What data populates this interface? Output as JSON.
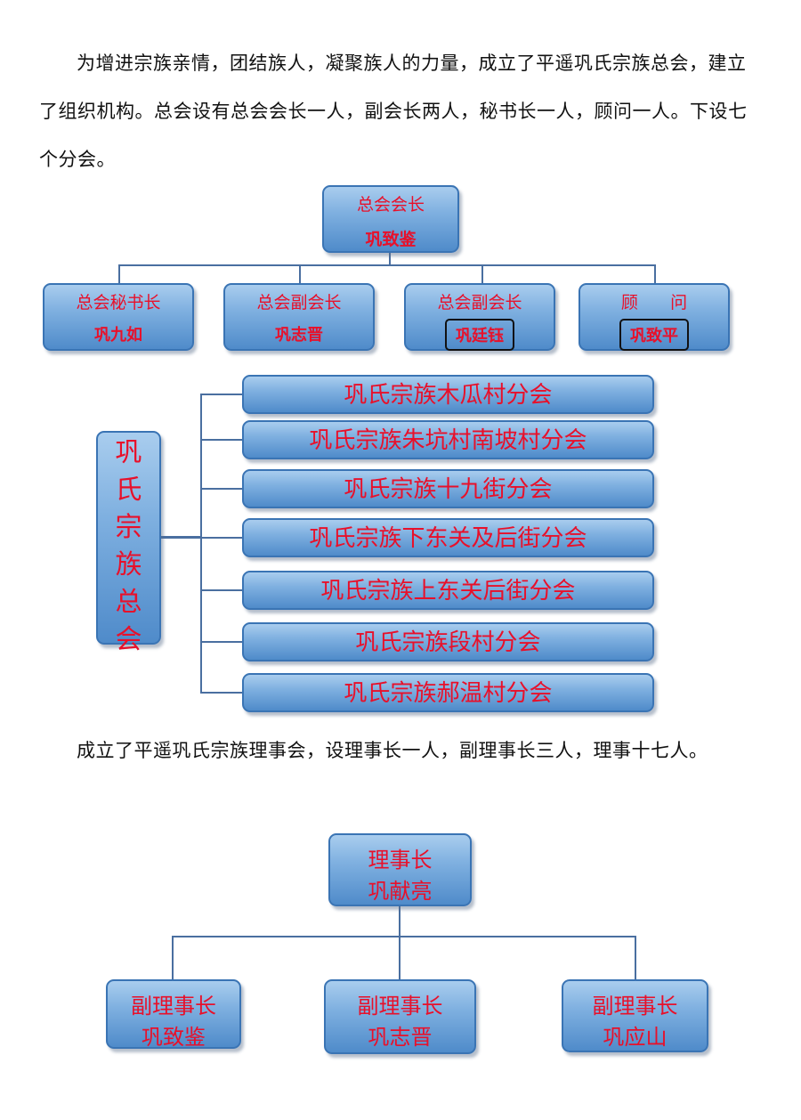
{
  "intro_text": "为增进宗族亲情，团结族人，凝聚族人的力量，成立了平遥巩氏宗族总会，建立了组织机构。总会设有总会会长一人，副会长两人，秘书长一人，顾问一人。下设七个分会。",
  "org_chart": {
    "top": {
      "role": "总会会长",
      "name": "巩致鉴"
    },
    "officers": [
      {
        "role": "总会秘书长",
        "name": "巩九如"
      },
      {
        "role": "总会副会长",
        "name": "巩志晋"
      },
      {
        "role": "总会副会长",
        "name": "巩廷钰"
      },
      {
        "role": "顾      问",
        "name": "巩致平"
      }
    ]
  },
  "branches": {
    "root": [
      "巩",
      "氏",
      "宗",
      "族",
      "总",
      "会"
    ],
    "items": [
      "巩氏宗族木瓜村分会",
      "巩氏宗族朱坑村南坡村分会",
      "巩氏宗族十九街分会",
      "巩氏宗族下东关及后街分会",
      "巩氏宗族上东关后街分会",
      "巩氏宗族段村分会",
      "巩氏宗族郝温村分会"
    ]
  },
  "council_text": "成立了平遥巩氏宗族理事会，设理事长一人，副理事长三人，理事十七人。",
  "council_chart": {
    "chair": {
      "role": "理事长",
      "name": "巩献亮"
    },
    "vice": [
      {
        "role": "副理事长",
        "name": "巩致鉴"
      },
      {
        "role": "副理事长",
        "name": "巩志晋"
      },
      {
        "role": "副理事长",
        "name": "巩应山"
      }
    ]
  },
  "colors": {
    "box_blue": "#6fa3d8",
    "text_red": "#e8102a",
    "line": "#4a6fa0"
  }
}
